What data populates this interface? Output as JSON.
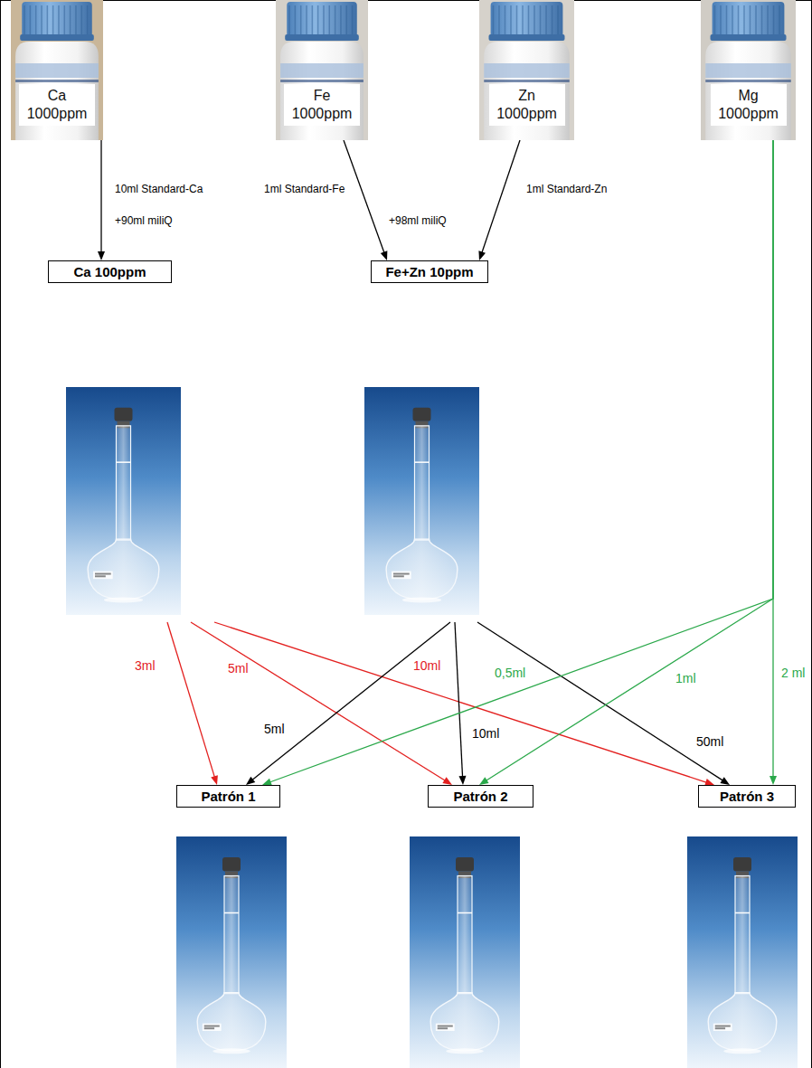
{
  "diagram": {
    "nodes": [
      {
        "text": [
          "Ca 1000ppm"
        ]
      },
      {
        "text": [
          "Fe 1000ppm"
        ]
      },
      {
        "text": [
          "Zn 1000ppm"
        ]
      },
      {
        "text": [
          "Mg 1000ppm"
        ]
      },
      {
        "text": [
          "Ca 100ppm"
        ]
      },
      {
        "text": [
          "Fe+Zn 10ppm"
        ]
      },
      {
        "text": [
          "Patrón 1"
        ]
      },
      {
        "text": [
          "Patrón 2"
        ]
      },
      {
        "text": [
          "Patrón 3"
        ]
      }
    ],
    "edges": [
      {
        "from": 0,
        "to": 4,
        "label": "10ml Standard-Ca",
        "arrow": "to"
      },
      {
        "from": 1,
        "to": 5,
        "label": "1ml Standard-Fe",
        "arrow": "to"
      },
      {
        "from": 2,
        "to": 5,
        "label": "1ml Standard-Zn",
        "arrow": "to"
      },
      {
        "from": 4,
        "to": 6,
        "label": "3ml",
        "arrow": "to"
      },
      {
        "from": 4,
        "to": 7,
        "label": "5ml",
        "arrow": "to"
      },
      {
        "from": 4,
        "to": 8,
        "label": "10ml",
        "arrow": "to"
      },
      {
        "from": 5,
        "to": 6,
        "label": "5ml",
        "arrow": "to"
      },
      {
        "from": 5,
        "to": 7,
        "label": "10ml",
        "arrow": "to"
      },
      {
        "from": 5,
        "to": 8,
        "label": "50ml",
        "arrow": "to"
      },
      {
        "from": 3,
        "to": 6,
        "label": "0,5ml",
        "arrow": "to"
      },
      {
        "from": 3,
        "to": 7,
        "label": "1ml",
        "arrow": "to"
      },
      {
        "from": 3,
        "to": 8,
        "label": "2 ml",
        "arrow": "to"
      }
    ],
    "labels": [
      "+90ml miliQ",
      "+98ml miliQ"
    ]
  }
}
